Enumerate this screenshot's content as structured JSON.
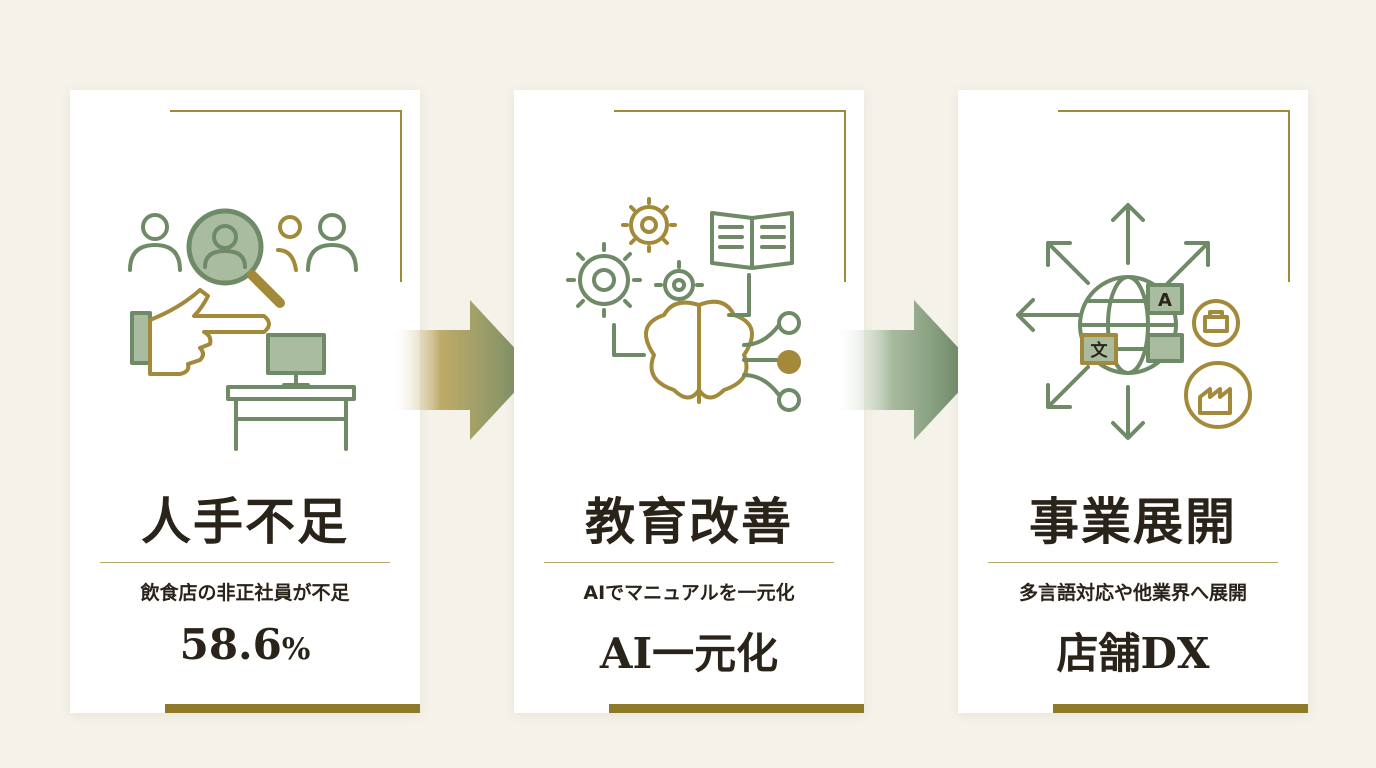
{
  "cards": [
    {
      "title": "人手不足",
      "subtitle": "飲食店の非正社員が不足",
      "stat_value": "58.6",
      "stat_unit": "%"
    },
    {
      "title": "教育改善",
      "subtitle": "AIでマニュアルを一元化",
      "stat_value": "AI一元化"
    },
    {
      "title": "事業展開",
      "subtitle": "多言語対応や他業界へ展開",
      "stat_value": "店舗DX"
    }
  ],
  "icon_text": {
    "letter_a": "A",
    "letter_wen": "文"
  },
  "colors": {
    "green": "#6e8a67",
    "green_light": "#a9bc9f",
    "gold": "#a38a3a",
    "bar": "#8f7a2a",
    "text": "#2a231a"
  },
  "icons": [
    "magnifier-people-hand-desk-icon",
    "gears-book-brain-icon",
    "globe-language-arrows-icon"
  ]
}
